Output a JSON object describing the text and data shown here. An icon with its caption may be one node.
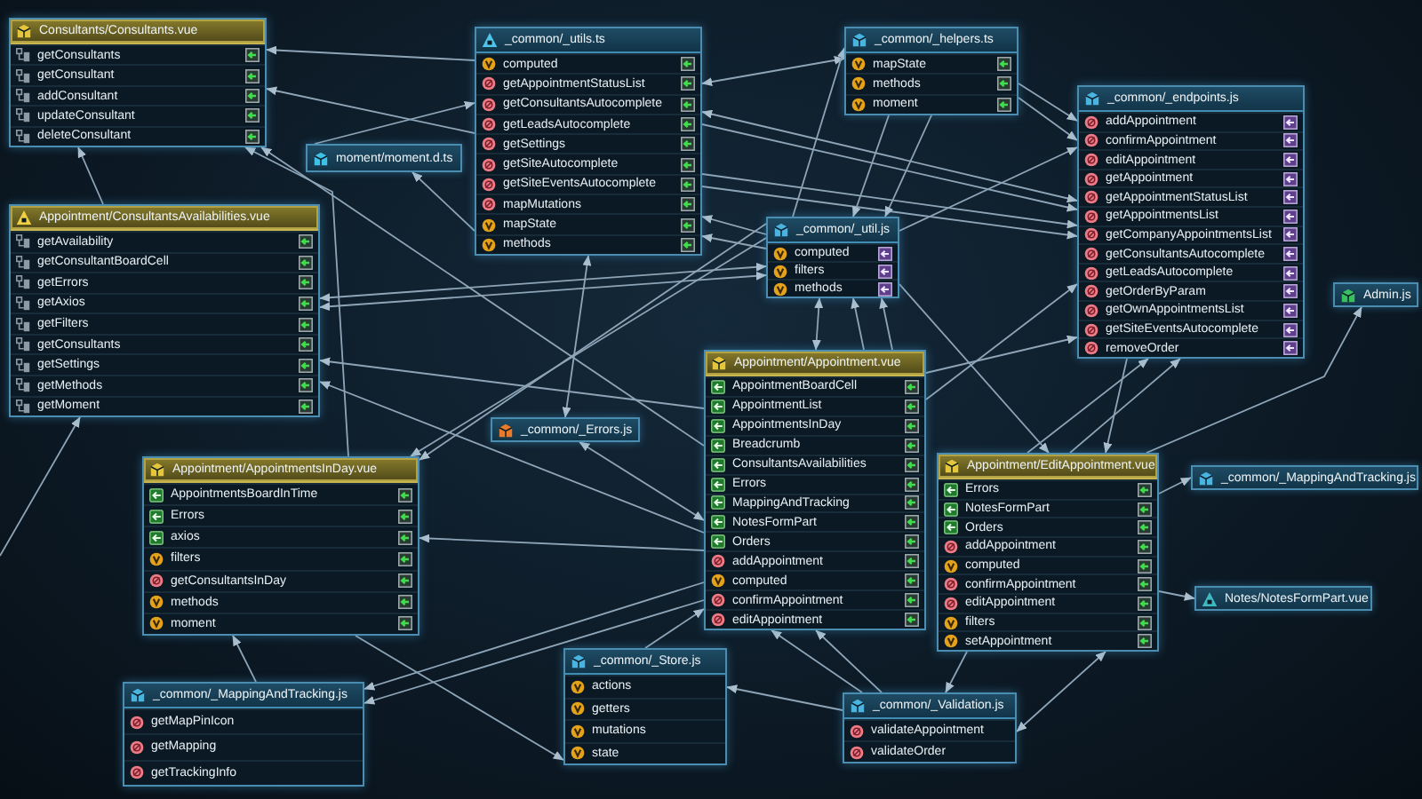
{
  "diagram": {
    "nodes": [
      {
        "text": [
          "Consultants/Consultants.vue",
          "getConsultants",
          "getConsultant",
          "addConsultant",
          "updateConsultant",
          "deleteConsultant"
        ]
      },
      {
        "text": [
          "_common/_utils.ts",
          "computed",
          "getAppointmentStatusList",
          "getConsultantsAutocomplete",
          "getLeadsAutocomplete",
          "getSettings",
          "getSiteAutocomplete",
          "getSiteEventsAutocomplete",
          "mapMutations",
          "mapState",
          "methods"
        ]
      },
      {
        "text": [
          "_common/_helpers.ts",
          "mapState",
          "methods",
          "moment"
        ]
      },
      {
        "text": [
          "_common/_endpoints.js",
          "addAppointment",
          "confirmAppointment",
          "editAppointment",
          "getAppointment",
          "getAppointmentStatusList",
          "getAppointmentsList",
          "getCompanyAppointmentsList",
          "getConsultantsAutocomplete",
          "getLeadsAutocomplete",
          "getOrderByParam",
          "getOwnAppointmentsList",
          "getSiteEventsAutocomplete",
          "removeOrder"
        ]
      },
      {
        "text": [
          "moment/moment.d.ts"
        ]
      },
      {
        "text": [
          "Appointment/ConsultantsAvailabilities.vue",
          "getAvailability",
          "getConsultantBoardCell",
          "getErrors",
          "getAxios",
          "getFilters",
          "getConsultants",
          "getSettings",
          "getMethods",
          "getMoment"
        ]
      },
      {
        "text": [
          "_common/_util.js",
          "computed",
          "filters",
          "methods"
        ]
      },
      {
        "text": [
          "Admin.js"
        ]
      },
      {
        "text": [
          "Appointment/Appointment.vue",
          "AppointmentBoardCell",
          "AppointmentList",
          "AppointmentsInDay",
          "Breadcrumb",
          "ConsultantsAvailabilities",
          "Errors",
          "MappingAndTracking",
          "NotesFormPart",
          "Orders",
          "addAppointment",
          "computed",
          "confirmAppointment",
          "editAppointment"
        ]
      },
      {
        "text": [
          "_common/_Errors.js"
        ]
      },
      {
        "text": [
          "Appointment/AppointmentsInDay.vue",
          "AppointmentsBoardInTime",
          "Errors",
          "axios",
          "filters",
          "getConsultantsInDay",
          "methods",
          "moment"
        ]
      },
      {
        "text": [
          "Appointment/EditAppointment.vue",
          "Errors",
          "NotesFormPart",
          "Orders",
          "addAppointment",
          "computed",
          "confirmAppointment",
          "editAppointment",
          "filters",
          "setAppointment"
        ]
      },
      {
        "text": [
          "_common/_MappingAndTracking.js"
        ]
      },
      {
        "text": [
          "Notes/NotesFormPart.vue"
        ]
      },
      {
        "text": [
          "_common/_Store.js",
          "actions",
          "getters",
          "mutations",
          "state"
        ]
      },
      {
        "text": [
          "_common/_MappingAndTracking.js",
          "getMapPinIcon",
          "getMapping",
          "getTrackingInfo"
        ]
      },
      {
        "text": [
          "_common/_Validation.js",
          "validateAppointment",
          "validateOrder"
        ]
      }
    ],
    "edges": [
      {
        "from": 1,
        "to": 0,
        "arrow": "to"
      },
      {
        "from": 1,
        "to": 0,
        "arrow": "to"
      },
      {
        "from": 8,
        "to": 0,
        "arrow": "to"
      },
      {
        "from": 4,
        "to": 1,
        "arrow": "to"
      },
      {
        "from": 1,
        "to": 4,
        "arrow": "to"
      },
      {
        "from": 5,
        "to": 0,
        "arrow": "to"
      },
      {
        "from": 10,
        "to": 0,
        "arrow": "to"
      },
      {
        "from": null,
        "to": 5,
        "arrow": "to"
      },
      {
        "from": 5,
        "to": 6,
        "arrow": "both"
      },
      {
        "from": 5,
        "to": 6,
        "arrow": "both"
      },
      {
        "from": 8,
        "to": 5,
        "arrow": "to"
      },
      {
        "from": 8,
        "to": 5,
        "arrow": "to"
      },
      {
        "from": 1,
        "to": 2,
        "arrow": "both"
      },
      {
        "from": 2,
        "to": 3,
        "arrow": "to"
      },
      {
        "from": 2,
        "to": 3,
        "arrow": "to"
      },
      {
        "from": 1,
        "to": 3,
        "arrow": "both"
      },
      {
        "from": 1,
        "to": 3,
        "arrow": "to"
      },
      {
        "from": 1,
        "to": 3,
        "arrow": "to"
      },
      {
        "from": 1,
        "to": 3,
        "arrow": "to"
      },
      {
        "from": 6,
        "to": 1,
        "arrow": "to"
      },
      {
        "from": 6,
        "to": 1,
        "arrow": "to"
      },
      {
        "from": 6,
        "to": 3,
        "arrow": "to"
      },
      {
        "from": 2,
        "to": 6,
        "arrow": "to"
      },
      {
        "from": 2,
        "to": 6,
        "arrow": "to"
      },
      {
        "from": 6,
        "to": 2,
        "arrow": "to"
      },
      {
        "from": 6,
        "to": 8,
        "arrow": "both"
      },
      {
        "from": 8,
        "to": 6,
        "arrow": "to"
      },
      {
        "from": 8,
        "to": 6,
        "arrow": "to"
      },
      {
        "from": 1,
        "to": 9,
        "arrow": "both"
      },
      {
        "from": 9,
        "to": 8,
        "arrow": "both"
      },
      {
        "from": 8,
        "to": 3,
        "arrow": "to"
      },
      {
        "from": 8,
        "to": 3,
        "arrow": "to"
      },
      {
        "from": 11,
        "to": 3,
        "arrow": "to"
      },
      {
        "from": 11,
        "to": 3,
        "arrow": "to"
      },
      {
        "from": 6,
        "to": 11,
        "arrow": "to"
      },
      {
        "from": 3,
        "to": 11,
        "arrow": "to"
      },
      {
        "from": 11,
        "to": 7,
        "arrow": "to"
      },
      {
        "from": 11,
        "to": 12,
        "arrow": "to"
      },
      {
        "from": 11,
        "to": 13,
        "arrow": "to"
      },
      {
        "from": 14,
        "to": 8,
        "arrow": "to"
      },
      {
        "from": 16,
        "to": 14,
        "arrow": "to"
      },
      {
        "from": 16,
        "to": 8,
        "arrow": "to"
      },
      {
        "from": 16,
        "to": 8,
        "arrow": "to"
      },
      {
        "from": 11,
        "to": 16,
        "arrow": "both"
      },
      {
        "from": 11,
        "to": 16,
        "arrow": "to"
      },
      {
        "from": 10,
        "to": 14,
        "arrow": "to"
      },
      {
        "from": 15,
        "to": 10,
        "arrow": "to"
      },
      {
        "from": 8,
        "to": 15,
        "arrow": "to"
      },
      {
        "from": 8,
        "to": 15,
        "arrow": "to"
      },
      {
        "from": 8,
        "to": 10,
        "arrow": "to"
      },
      {
        "from": 6,
        "to": 10,
        "arrow": "to"
      },
      {
        "from": 6,
        "to": 10,
        "arrow": "to"
      }
    ]
  }
}
